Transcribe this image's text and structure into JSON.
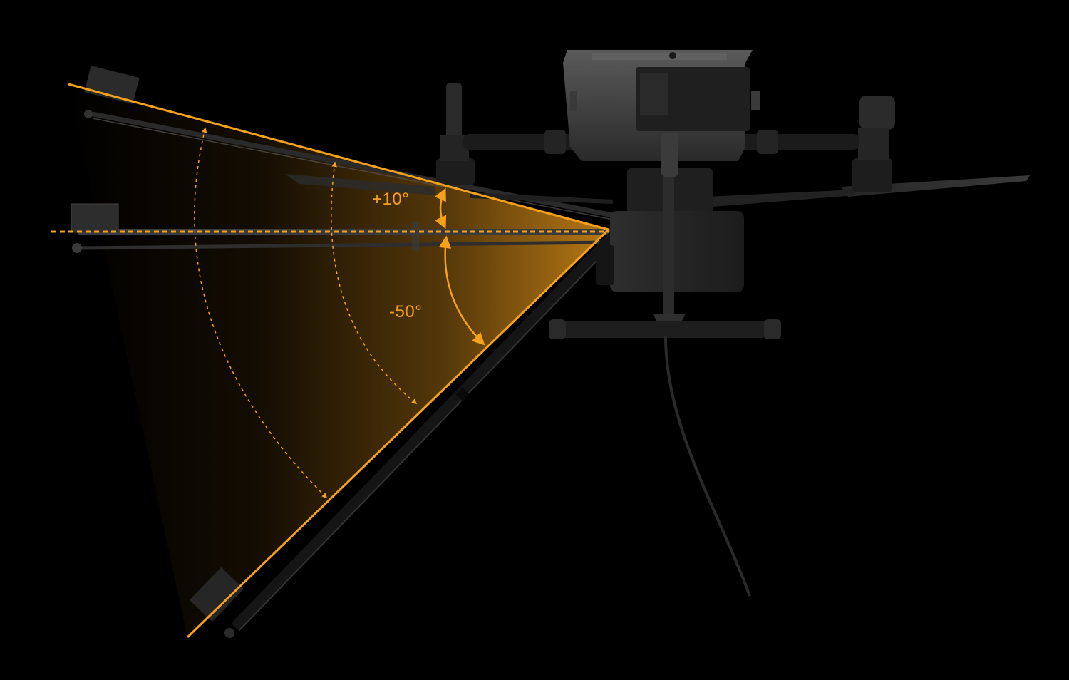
{
  "diagram": {
    "labels": {
      "upper_angle": "+10°",
      "lower_angle": "-50°"
    },
    "colors": {
      "accent": "#F5A11C",
      "background": "#000000",
      "drone_body": "#3a3a3a",
      "arm": "#1a1a1a"
    },
    "angles": {
      "upper_deg": 10,
      "lower_deg": -50
    }
  }
}
